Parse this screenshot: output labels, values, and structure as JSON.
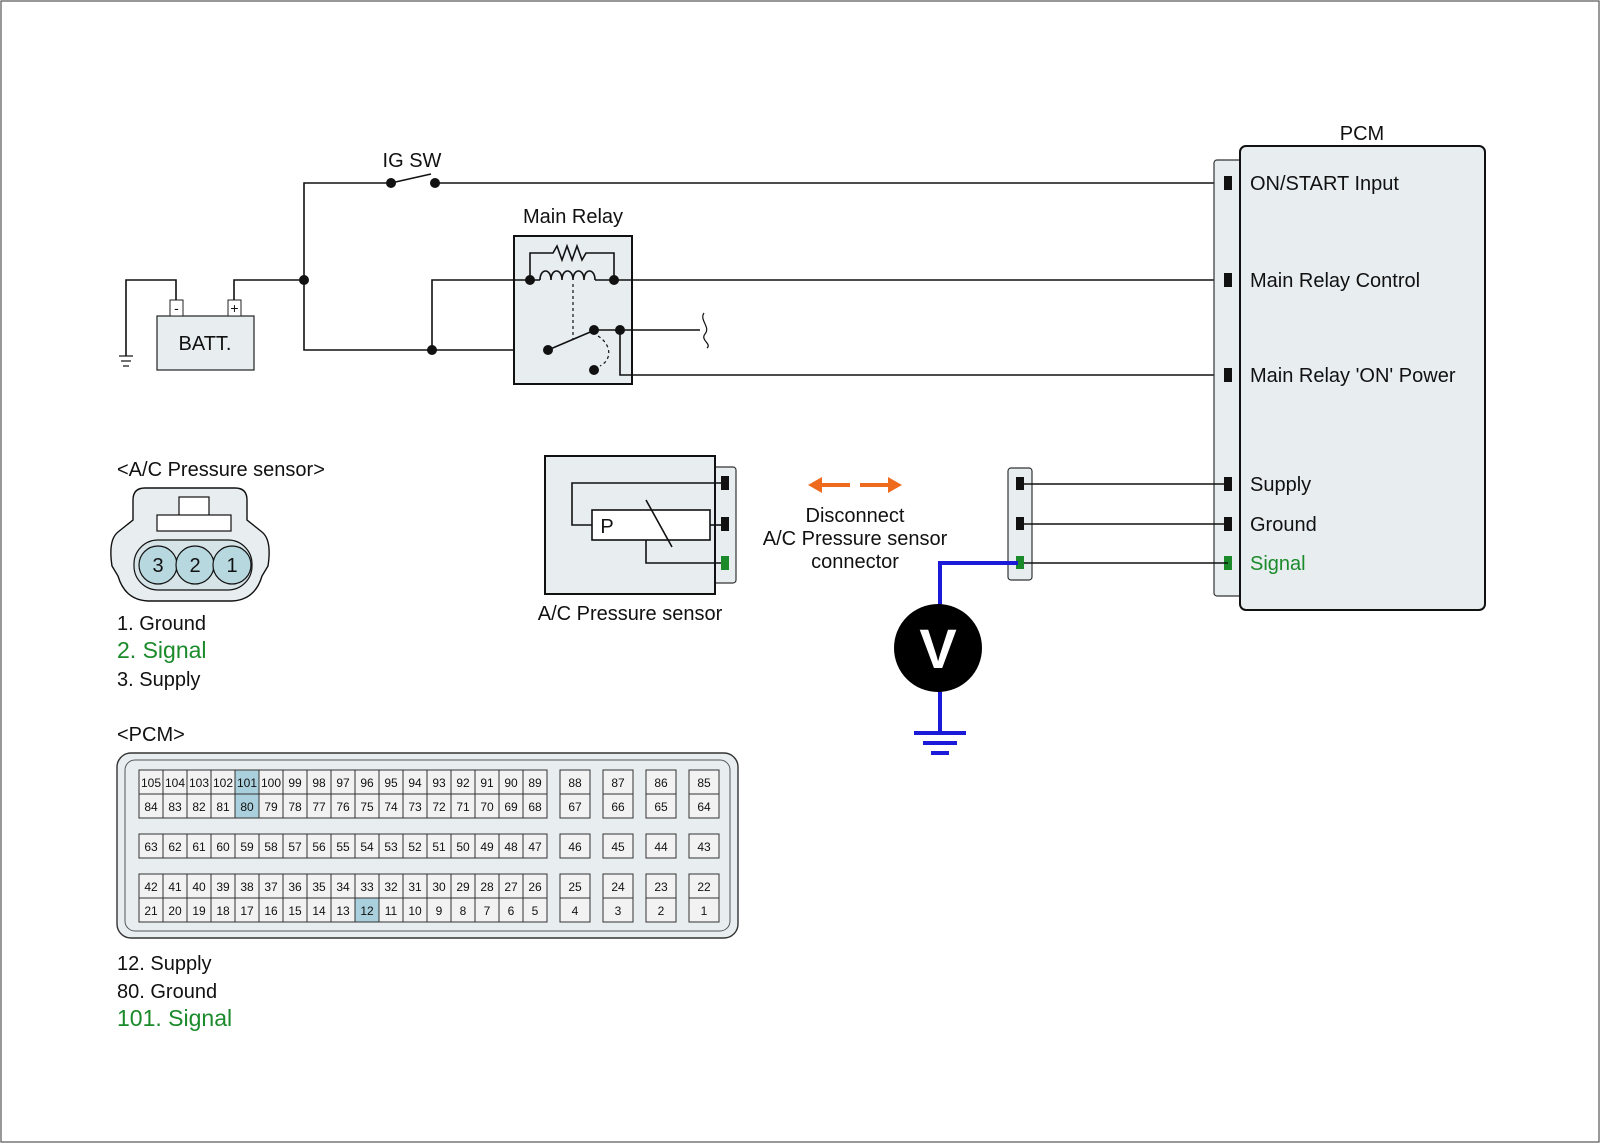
{
  "colors": {
    "signal_green": "#1a8a2a",
    "meter_wire_blue": "#1a1ad8",
    "arrow_orange": "#ee6a1c",
    "pcm_fill": "#e8eef0",
    "highlight_pin": "#a9d0dc",
    "sensor_pin_fill": "#b8d8e0"
  },
  "circuit": {
    "ig_sw_label": "IG SW",
    "main_relay_label": "Main Relay",
    "batt_label": "BATT.",
    "batt_minus": "-",
    "batt_plus": "+",
    "pcm_title": "PCM",
    "pcm_pins": [
      {
        "label": "ON/START Input"
      },
      {
        "label": "Main Relay Control"
      },
      {
        "label": "Main Relay 'ON' Power"
      },
      {
        "label": "Supply"
      },
      {
        "label": "Ground"
      },
      {
        "label": "Signal",
        "color": "green"
      }
    ],
    "sensor_box_letter": "P",
    "sensor_label": "A/C Pressure sensor",
    "disconnect_lines": [
      "Disconnect",
      "A/C Pressure sensor",
      "connector"
    ],
    "voltmeter_label": "V"
  },
  "sensor_connector": {
    "title": "<A/C Pressure sensor>",
    "pins": [
      "3",
      "2",
      "1"
    ],
    "legend": [
      {
        "text": "1. Ground",
        "color": "black"
      },
      {
        "text": "2. Signal",
        "color": "green"
      },
      {
        "text": "3. Supply",
        "color": "black"
      }
    ]
  },
  "pcm_connector": {
    "title": "<PCM>",
    "highlighted_pins": [
      "101",
      "80",
      "12"
    ],
    "groups": [
      {
        "rows": [
          [
            "105",
            "104",
            "103",
            "102",
            "101",
            "100",
            "99",
            "98",
            "97",
            "96",
            "95",
            "94",
            "93",
            "92",
            "91",
            "90",
            "89"
          ],
          [
            "84",
            "83",
            "82",
            "81",
            "80",
            "79",
            "78",
            "77",
            "76",
            "75",
            "74",
            "73",
            "72",
            "71",
            "70",
            "69",
            "68"
          ]
        ],
        "singles": [
          [
            "88",
            "87",
            "86",
            "85"
          ],
          [
            "67",
            "66",
            "65",
            "64"
          ]
        ]
      },
      {
        "rows": [
          [
            "63",
            "62",
            "61",
            "60",
            "59",
            "58",
            "57",
            "56",
            "55",
            "54",
            "53",
            "52",
            "51",
            "50",
            "49",
            "48",
            "47"
          ]
        ],
        "singles": [
          [
            "46",
            "45",
            "44",
            "43"
          ]
        ]
      },
      {
        "rows": [
          [
            "42",
            "41",
            "40",
            "39",
            "38",
            "37",
            "36",
            "35",
            "34",
            "33",
            "32",
            "31",
            "30",
            "29",
            "28",
            "27",
            "26"
          ],
          [
            "21",
            "20",
            "19",
            "18",
            "17",
            "16",
            "15",
            "14",
            "13",
            "12",
            "11",
            "10",
            "9",
            "8",
            "7",
            "6",
            "5"
          ]
        ],
        "singles": [
          [
            "25",
            "24",
            "23",
            "22"
          ],
          [
            "4",
            "3",
            "2",
            "1"
          ]
        ]
      }
    ],
    "legend": [
      {
        "text": "12. Supply",
        "color": "black"
      },
      {
        "text": "80. Ground",
        "color": "black"
      },
      {
        "text": "101. Signal",
        "color": "green"
      }
    ]
  }
}
